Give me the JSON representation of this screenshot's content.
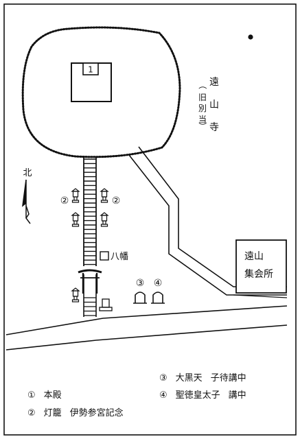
{
  "map": {
    "north_label": "北",
    "main_hall_number": "1",
    "temple_name_chars": [
      "遠",
      "山",
      "寺"
    ],
    "temple_subtitle_chars": [
      "（",
      "旧",
      "別",
      "当",
      "）"
    ],
    "hachiman_label": "八幡",
    "hall_label_line1": "遠山",
    "hall_label_line2": "集会所",
    "lantern_marker": "②",
    "monument_marker_3": "③",
    "monument_marker_4": "④"
  },
  "legend": [
    {
      "num": "①",
      "name": "本殿",
      "desc": ""
    },
    {
      "num": "②",
      "name": "灯籠",
      "desc": "伊勢参宮記念"
    },
    {
      "num": "③",
      "name": "大黒天",
      "desc": "子待講中"
    },
    {
      "num": "④",
      "name": "聖徳皇太子",
      "desc": "講中"
    }
  ],
  "colors": {
    "ink": "#111111",
    "paper": "#ffffff"
  }
}
